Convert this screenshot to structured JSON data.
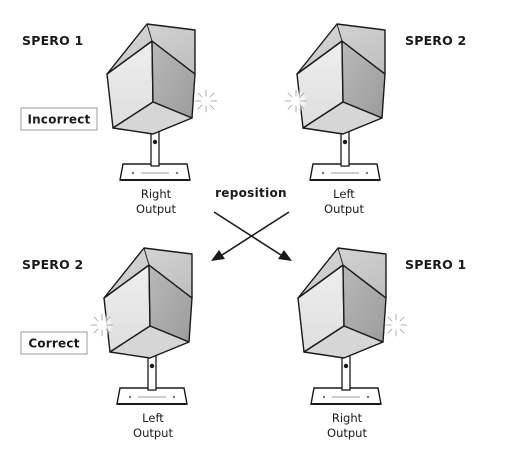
{
  "diagram": {
    "arrow_label": "reposition",
    "top_left": {
      "title": "SPERO 1",
      "output_line1": "Right",
      "output_line2": "Output",
      "badge": "Incorrect",
      "glow_side": "right"
    },
    "top_right": {
      "title": "SPERO 2",
      "output_line1": "Left",
      "output_line2": "Output",
      "glow_side": "left"
    },
    "bottom_left": {
      "title": "SPERO 2",
      "output_line1": "Left",
      "output_line2": "Output",
      "badge": "Correct",
      "glow_side": "left"
    },
    "bottom_right": {
      "title": "SPERO 1",
      "output_line1": "Right",
      "output_line2": "Output",
      "glow_side": "right"
    }
  }
}
